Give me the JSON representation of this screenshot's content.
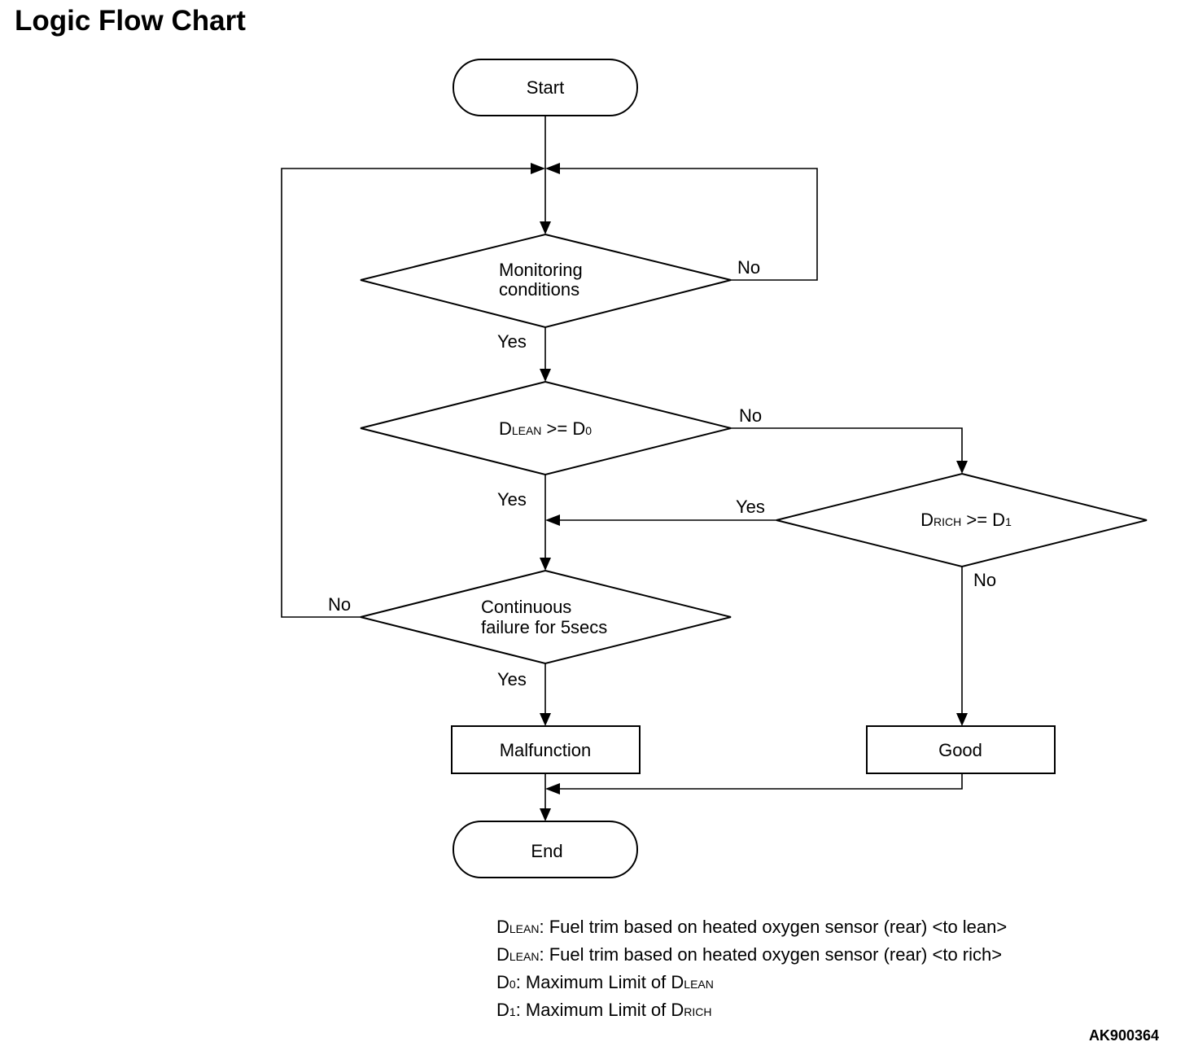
{
  "title": "Logic Flow Chart",
  "figure_id": "AK900364",
  "nodes": {
    "start": "Start",
    "monitoring": [
      "Monitoring",
      "conditions"
    ],
    "dlean_check": {
      "main": "D",
      "sub": "LEAN",
      "rest": " >= D",
      "sub2": "0"
    },
    "drich_check": {
      "main": "D",
      "sub": "RICH",
      "rest": " >= D",
      "sub2": "1"
    },
    "continuous": [
      "Continuous",
      "failure for 5secs"
    ],
    "malfunction": "Malfunction",
    "good": "Good",
    "end": "End"
  },
  "edge_labels": {
    "monitoring_no": "No",
    "monitoring_yes": "Yes",
    "dlean_no": "No",
    "dlean_yes": "Yes",
    "drich_yes": "Yes",
    "drich_no": "No",
    "continuous_no": "No",
    "continuous_yes": "Yes"
  },
  "legend": [
    {
      "sym": "D",
      "sub": "LEAN",
      "text": ": Fuel trim based on heated oxygen sensor (rear) <to lean>"
    },
    {
      "sym": "D",
      "sub": "LEAN",
      "text": ": Fuel trim based on heated oxygen sensor (rear) <to rich>"
    },
    {
      "sym": "D",
      "sub": "0",
      "text": ": Maximum Limit of D",
      "sub2": "LEAN"
    },
    {
      "sym": "D",
      "sub": "1",
      "text": ": Maximum Limit of D",
      "sub2": "RICH"
    }
  ]
}
